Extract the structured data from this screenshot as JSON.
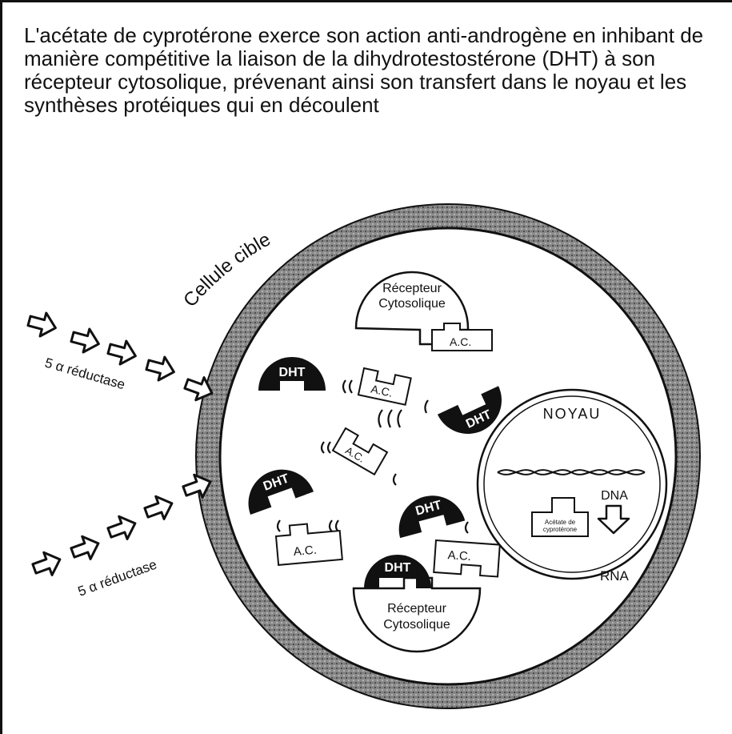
{
  "caption": "L'acétate de cyprotérone exerce son action anti-androgène en inhibant de manière compétitive la liaison de la dihydrotestostérone (DHT) à son récepteur cytosolique, prévenant ainsi son transfert dans le noyau et les synthèses protéiques qui en découlent",
  "labels": {
    "cell": "Cellule cible",
    "reductase": "5 α réductase",
    "receptor_line1": "Récepteur",
    "receptor_line2": "Cytosolique",
    "dht": "DHT",
    "ac": "A.C.",
    "nucleus": "NOYAU",
    "dna": "DNA",
    "rna": "RNA",
    "acetate_line1": "Acétate de",
    "acetate_line2": "cyprotérone"
  },
  "colors": {
    "ink": "#111111",
    "membrane": "#7a7a7a",
    "paper": "#ffffff"
  },
  "icons": {
    "inflow": "hollow-arrow-icon",
    "dht": "dht-semicircle-icon"
  }
}
